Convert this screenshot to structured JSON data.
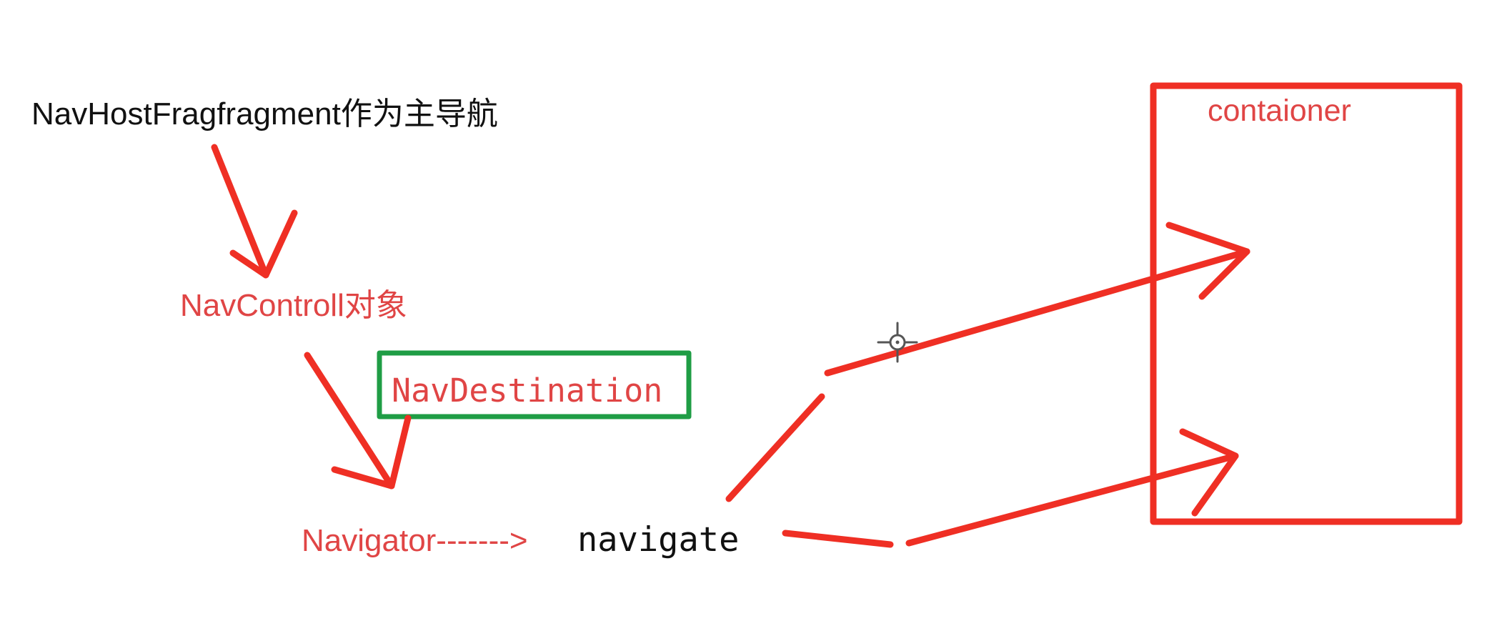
{
  "labels": {
    "nav_host": "NavHostFragfragment作为主导航",
    "nav_control": "NavControll对象",
    "nav_destination": "NavDestination",
    "navigator": "Navigator------->",
    "navigate": "navigate",
    "container": "contaioner"
  },
  "colors": {
    "red": "#ef2f24",
    "green": "#1f9d45",
    "text_dark": "#111111",
    "text_red": "#e04545",
    "cursor": "#555555"
  },
  "icons": {
    "cursor": "crosshair-cursor-icon"
  }
}
